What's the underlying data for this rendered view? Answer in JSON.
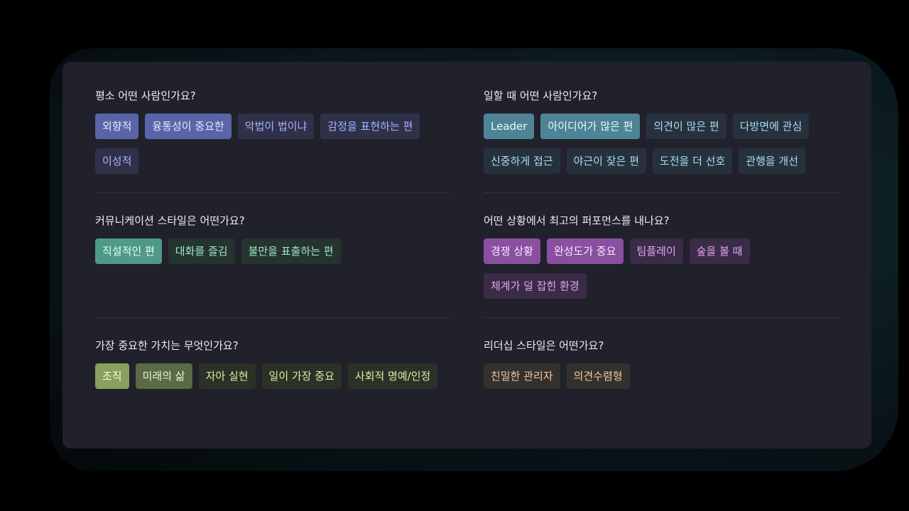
{
  "sections": [
    {
      "question": "평소 어떤 사람인가요?",
      "tags": [
        "외향적",
        "융통성이 중요한",
        "악법이 법이냐",
        "감정을 표현하는 편",
        "이성적"
      ]
    },
    {
      "question": "일할 때 어떤 사람인가요?",
      "tags": [
        "Leader",
        "아이디어가 많은 편",
        "의견이 많은 편",
        "다방면에 관심",
        "신중하게 접근",
        "야근이 잦은 편",
        "도전을 더 선호",
        "관행을 개선"
      ]
    },
    {
      "question": "커뮤니케이션 스타일은 어떤가요?",
      "tags": [
        "직설적인 편",
        "대화를 즐김",
        "불만을 표출하는 편"
      ]
    },
    {
      "question": "어떤 상황에서 최고의 퍼포먼스를 내나요?",
      "tags": [
        "경쟁 상황",
        "완성도가 중요",
        "팀플레이",
        "숲을 볼 때",
        "체계가 덜 잡힌 환경"
      ]
    },
    {
      "question": "가장 중요한 가치는 무엇인가요?",
      "tags": [
        "조직",
        "미래의 삶",
        "자아 실현",
        "일이 가장 중요",
        "사회적 명예/인정"
      ]
    },
    {
      "question": "리더십 스타일은 어떤가요?",
      "tags": [
        "친밀한 관리자",
        "의견수렴형"
      ]
    }
  ],
  "theme_colors": {
    "blue": "#5a64a8",
    "teal": "#4f8496",
    "green": "#4f9a86",
    "purple": "#8a4fa0",
    "olive": "#8aa05c",
    "tan": "#f0c9a4"
  }
}
